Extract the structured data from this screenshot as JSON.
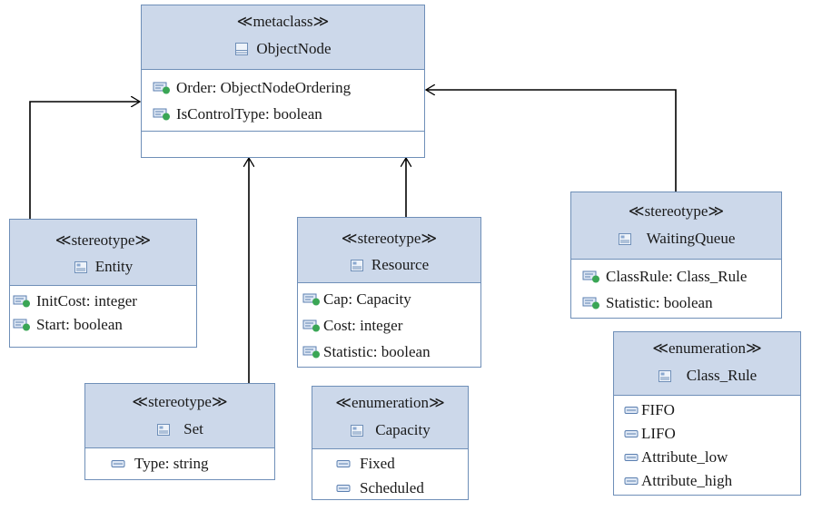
{
  "classes": {
    "object_node": {
      "stereotype": "≪metaclass≫",
      "name": "ObjectNode",
      "attributes": [
        "Order: ObjectNodeOrdering",
        "IsControlType: boolean"
      ]
    },
    "entity": {
      "stereotype": "≪stereotype≫",
      "name": "Entity",
      "attributes": [
        "InitCost: integer",
        "Start: boolean"
      ]
    },
    "resource": {
      "stereotype": "≪stereotype≫",
      "name": "Resource",
      "attributes": [
        "Cap: Capacity",
        "Cost: integer",
        "Statistic: boolean"
      ]
    },
    "waiting_queue": {
      "stereotype": "≪stereotype≫",
      "name": "WaitingQueue",
      "attributes": [
        "ClassRule: Class_Rule",
        "Statistic: boolean"
      ]
    },
    "set": {
      "stereotype": "≪stereotype≫",
      "name": "Set",
      "literals": [
        "Type: string"
      ]
    },
    "capacity": {
      "stereotype": "≪enumeration≫",
      "name": "Capacity",
      "literals": [
        "Fixed",
        "Scheduled"
      ]
    },
    "class_rule": {
      "stereotype": "≪enumeration≫",
      "name": "Class_Rule",
      "literals": [
        "FIFO",
        "LIFO",
        "Attribute_low",
        "Attribute_high"
      ]
    }
  },
  "icons": {
    "metaclass": "class-icon",
    "stereotype": "stereotype-icon",
    "enumeration": "enumeration-icon",
    "attribute": "property-icon",
    "literal": "literal-icon"
  },
  "colors": {
    "header_fill": "#ccd8ea",
    "border": "#6f8fb8",
    "connector": "#000000"
  }
}
